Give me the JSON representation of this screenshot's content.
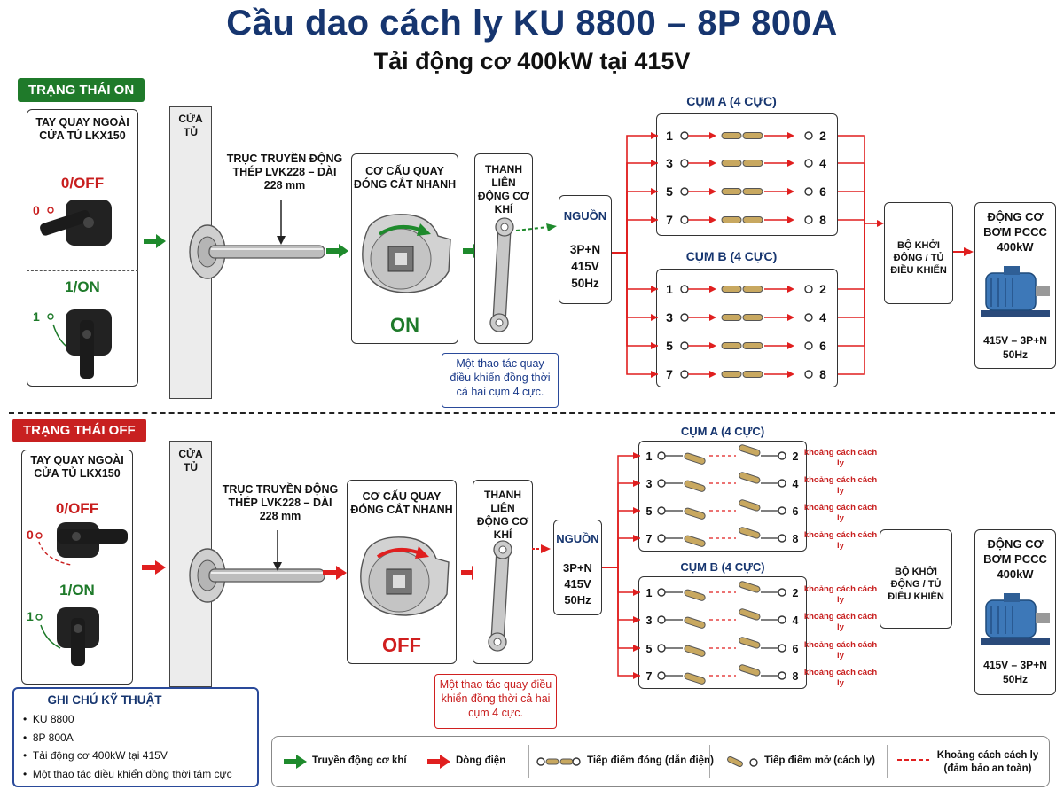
{
  "header": {
    "title": "Cầu dao cách ly KU 8800 – 8P 800A",
    "subtitle": "Tải động cơ 400kW tại 415V"
  },
  "colors": {
    "navy": "#16356f",
    "green": "#1e8a2c",
    "red": "#e01f1f",
    "on_tag": "#1f7a2a",
    "off_tag": "#c82020"
  },
  "on_state": {
    "tag": "TRẠNG THÁI ON",
    "handle_title": "TAY QUAY NGOÀI CỬA TỦ LKX150",
    "off_label": "0/OFF",
    "on_label": "1/ON",
    "pos0": "0",
    "pos1": "1",
    "door": "CỬA TỦ",
    "shaft": "TRỤC TRUYỀN ĐỘNG THÉP LVK228 – DÀI 228 mm",
    "mechanism": "CƠ CẤU QUAY ĐÓNG CẮT NHANH",
    "mechanism_status": "ON",
    "linkage": "THANH LIÊN ĐỘNG CƠ KHÍ",
    "note": "Một thao tác quay điều khiển đồng thời cả hai cụm 4 cực.",
    "source_title": "NGUỒN",
    "source_spec": "3P+N 415V 50Hz",
    "group_a": "CỤM A (4 CỰC)",
    "group_b": "CỤM B (4 CỰC)",
    "poles_in": [
      "1",
      "3",
      "5",
      "7"
    ],
    "poles_out": [
      "2",
      "4",
      "6",
      "8"
    ],
    "starter": "BỘ KHỞI ĐỘNG / TỦ ĐIỀU KHIỂN",
    "motor_title": "ĐỘNG CƠ BƠM PCCC 400kW",
    "motor_spec": "415V – 3P+N 50Hz"
  },
  "off_state": {
    "tag": "TRẠNG THÁI OFF",
    "handle_title": "TAY QUAY NGOÀI CỬA TỦ LKX150",
    "off_label": "0/OFF",
    "on_label": "1/ON",
    "pos0": "0",
    "pos1": "1",
    "door": "CỬA TỦ",
    "shaft": "TRỤC TRUYỀN ĐỘNG THÉP LVK228 – DÀI 228 mm",
    "mechanism": "CƠ CẤU QUAY ĐÓNG CẮT NHANH",
    "mechanism_status": "OFF",
    "linkage": "THANH LIÊN ĐỘNG CƠ KHÍ",
    "note": "Một thao tác quay điều khiển đồng thời cả hai cụm 4 cực.",
    "source_title": "NGUỒN",
    "source_spec": "3P+N 415V 50Hz",
    "group_a": "CỤM A (4 CỰC)",
    "group_b": "CỤM B (4 CỰC)",
    "poles_in": [
      "1",
      "3",
      "5",
      "7"
    ],
    "poles_out": [
      "2",
      "4",
      "6",
      "8"
    ],
    "isolation_gap": "khoảng cách cách ly",
    "starter": "BỘ KHỞI ĐỘNG / TỦ ĐIỀU KHIỂN",
    "motor_title": "ĐỘNG CƠ BƠM PCCC 400kW",
    "motor_spec": "415V – 3P+N 50Hz"
  },
  "tech_notes": {
    "title": "GHI CHÚ KỸ THUẬT",
    "items": [
      "KU 8800",
      "8P 800A",
      "Tải động cơ 400kW tại 415V",
      "Một thao tác điều khiển đồng thời tám cực"
    ]
  },
  "legend": {
    "mechanical": "Truyền động cơ khí",
    "current": "Dòng điện",
    "closed": "Tiếp điểm đóng (dẫn điện)",
    "open": "Tiếp điểm mở (cách ly)",
    "gap": "Khoảng cách cách ly (đảm bảo an toàn)"
  }
}
